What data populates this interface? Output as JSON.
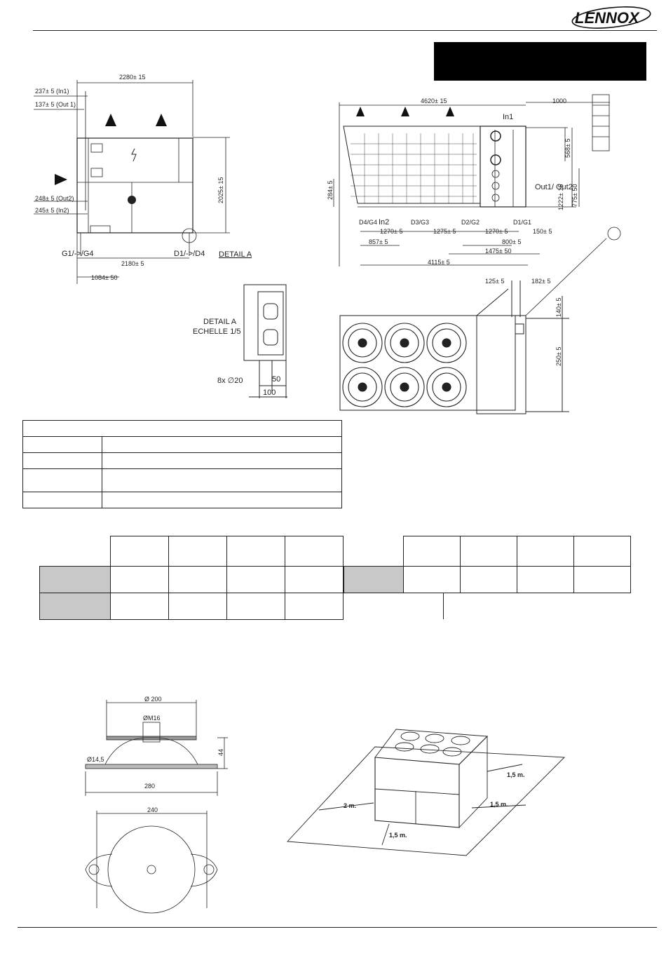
{
  "brand": {
    "logo_text": "LENNOX"
  },
  "front_view": {
    "width_total": "2280± 15",
    "dim_in1": "237± 5 (In1)",
    "dim_out1": "137± 5 (Out 1)",
    "height": "2025± 15",
    "dim_out2": "248± 5 (Out2)",
    "dim_in2": "245± 5 (In2)",
    "foot_left": "G1/->/G4",
    "foot_right": "D1/->/D4",
    "detail_ref": "DETAIL A",
    "width_feet": "2180± 5",
    "width_offset": "1084± 50"
  },
  "side_view": {
    "length_total": "4620± 15",
    "clearance": "1000",
    "label_in1": "In1",
    "label_in2": "In2",
    "label_out": "Out1/\nOut2",
    "dim_568": "568± 5",
    "dim_1222": "1222± 15",
    "dim_775": "775± 50",
    "dim_284": "284± 5",
    "foot_d4g4": "D4/G4",
    "foot_d3g3": "D3/G3",
    "foot_d2g2": "D2/G2",
    "foot_d1g1": "D1/G1",
    "dim_1270a": "1270± 5",
    "dim_1275": "1275± 5",
    "dim_1270b": "1270± 5",
    "dim_150": "150± 5",
    "dim_857": "857± 5",
    "dim_800": "800± 5",
    "dim_1475": "1475± 50",
    "dim_4115": "4115± 5"
  },
  "detail_a": {
    "title": "DETAIL A",
    "scale": "ECHELLE 1/5",
    "holes": "8x ∅20",
    "dim_50": "50",
    "dim_100": "100"
  },
  "top_view": {
    "dim_125": "125± 5",
    "dim_182": "182± 5",
    "dim_140": "140± 5",
    "dim_250": "250± 5"
  },
  "antivibration": {
    "d200": "Ø 200",
    "dm16": "ØM16",
    "d145": "Ø14,5",
    "h44": "44",
    "w280": "280",
    "w240": "240"
  },
  "clearances": {
    "right_back": "1,5 m.",
    "left": "2 m.",
    "right": "1,5 m.",
    "front": "1,5 m."
  }
}
